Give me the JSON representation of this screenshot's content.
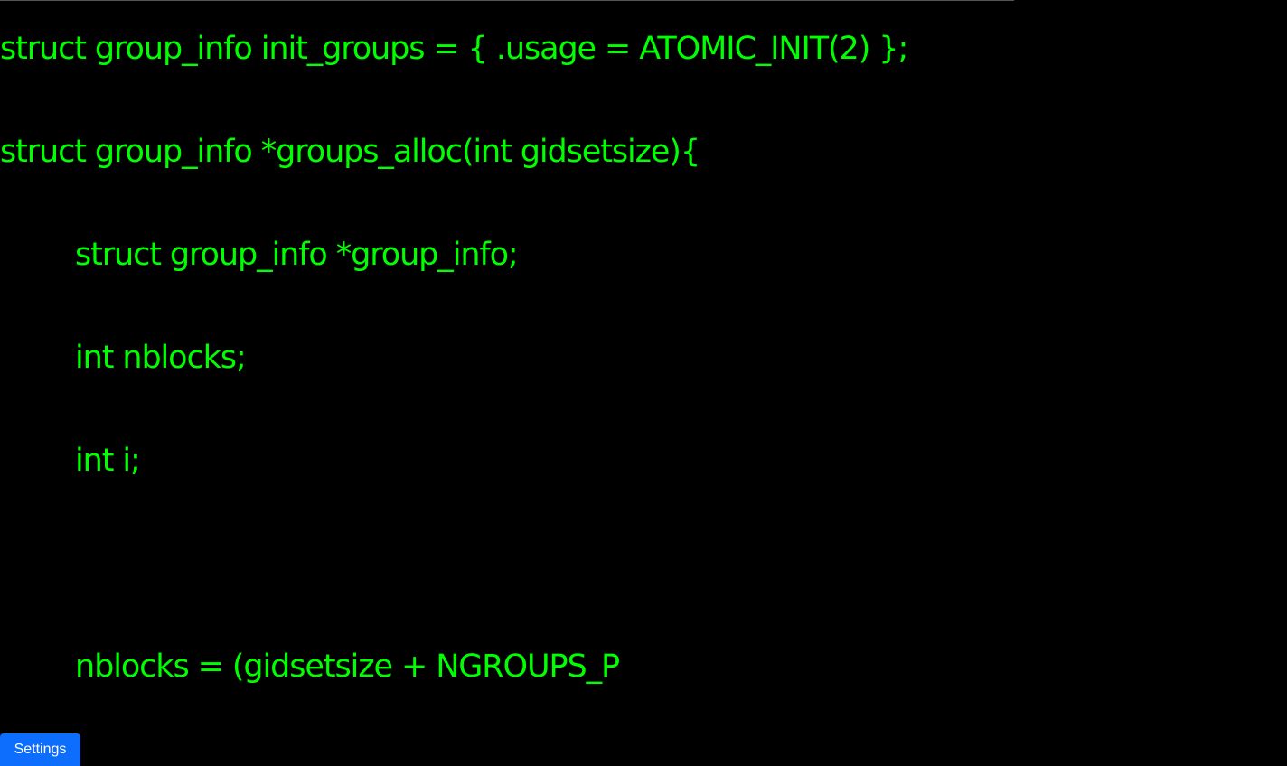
{
  "editor": {
    "colors": {
      "background": "#000000",
      "text": "#00ff00",
      "button": "#0d6efd",
      "button_text": "#ffffff"
    },
    "lines": [
      {
        "indent": 0,
        "text": "struct group_info init_groups = { .usage = ATOMIC_INIT(2) };"
      },
      {
        "indent": 0,
        "text": "struct group_info *groups_alloc(int gidsetsize){"
      },
      {
        "indent": 1,
        "text": "struct group_info *group_info;"
      },
      {
        "indent": 1,
        "text": "int nblocks;"
      },
      {
        "indent": 1,
        "text": "int i;"
      },
      {
        "indent": 0,
        "text": ""
      },
      {
        "indent": 1,
        "text": "nblocks = (gidsetsize + NGROUPS_P"
      }
    ]
  },
  "settings": {
    "label": "Settings"
  }
}
